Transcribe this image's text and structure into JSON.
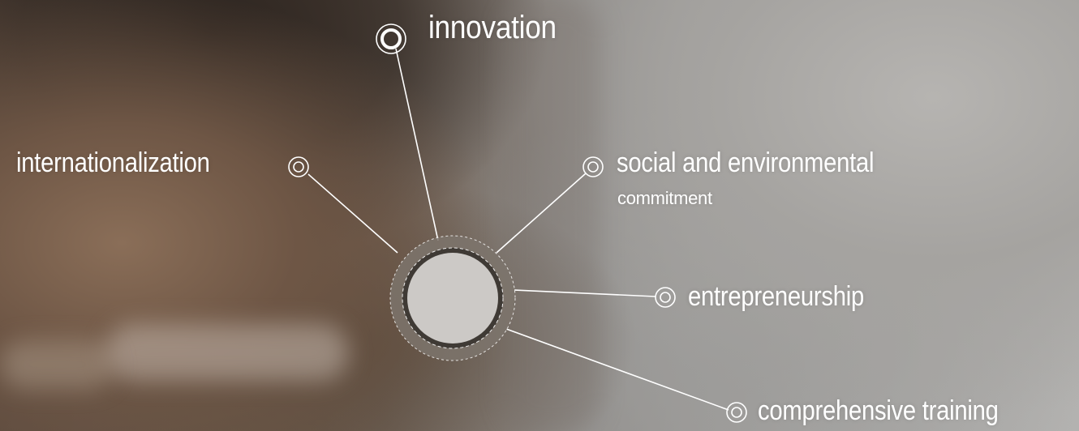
{
  "hub": {
    "center_color": "#c9c6c3",
    "ring_color": "#6f665e"
  },
  "nodes": {
    "innovation": {
      "label": "innovation",
      "icon": "double-ring-icon"
    },
    "internationalization": {
      "label": "internationalization",
      "icon": "double-ring-icon"
    },
    "social": {
      "label_line1": "social and environmental",
      "label_line2": "commitment",
      "icon": "double-ring-icon"
    },
    "entrepreneurship": {
      "label": "entrepreneurship",
      "icon": "double-ring-icon"
    },
    "training": {
      "label": "comprehensive training",
      "icon": "double-ring-icon"
    }
  },
  "colors": {
    "line": "#ffffff",
    "text": "#ffffff"
  }
}
